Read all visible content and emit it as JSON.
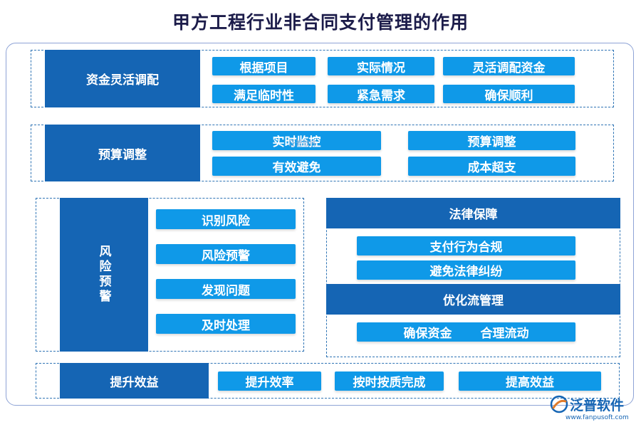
{
  "title": "甲方工程行业非合同支付管理的作用",
  "sections": {
    "capital": {
      "label": "资金灵活调配",
      "items": [
        "根据项目",
        "实际情况",
        "灵活调配资金",
        "满足临时性",
        "紧急需求",
        "确保顺利"
      ]
    },
    "budget": {
      "label": "预算调整",
      "items": [
        "实时监控",
        "预算调整",
        "有效避免",
        "成本超支"
      ]
    },
    "risk": {
      "label": "风险预警",
      "items": [
        "识别风险",
        "风险预警",
        "发现问题",
        "及时处理"
      ]
    },
    "legal": {
      "label": "法律保障",
      "items": [
        "支付行为合规",
        "避免法律纠纷"
      ]
    },
    "process": {
      "label": "优化流管理",
      "items": [
        "确保资金",
        "合理流动"
      ]
    },
    "benefit": {
      "label": "提升效益",
      "items": [
        "提升效率",
        "按时按质完成",
        "提高效益"
      ]
    }
  },
  "watermark": {
    "brand": "泛普软件",
    "url": "www.fanpusoft.com",
    "mid": "泛普软件"
  },
  "colors": {
    "dark_block": "#1565b4",
    "pill": "#0f99e8",
    "dashed_border": "#2f74b5",
    "title": "#1c1c4a"
  }
}
